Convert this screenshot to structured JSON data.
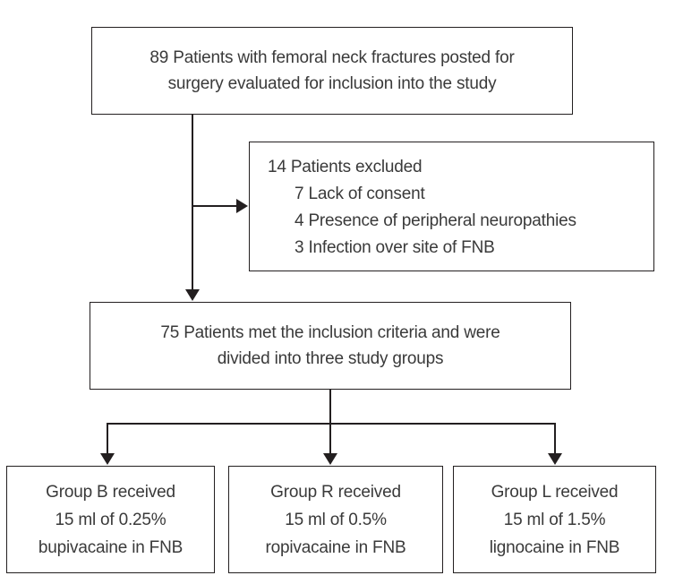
{
  "diagram": {
    "colors": {
      "line": "#231f20",
      "text": "#3a3a3a",
      "background": "#ffffff"
    },
    "enrollment_box": {
      "lines": [
        "89 Patients with femoral neck fractures posted for",
        "surgery evaluated for inclusion into the study"
      ]
    },
    "exclusion_box": {
      "header": "14 Patients excluded",
      "items": [
        "7 Lack of consent",
        "4 Presence of peripheral neuropathies",
        "3 Infection over site of FNB"
      ]
    },
    "inclusion_box": {
      "lines": [
        "75 Patients met the inclusion criteria and were",
        "divided into three study groups"
      ]
    },
    "group_boxes": [
      {
        "lines": [
          "Group B received",
          "15 ml of 0.25%",
          "bupivacaine in FNB"
        ]
      },
      {
        "lines": [
          "Group R received",
          "15 ml of 0.5%",
          "ropivacaine in FNB"
        ]
      },
      {
        "lines": [
          "Group L received",
          "15 ml of 1.5%",
          "lignocaine in FNB"
        ]
      }
    ]
  }
}
